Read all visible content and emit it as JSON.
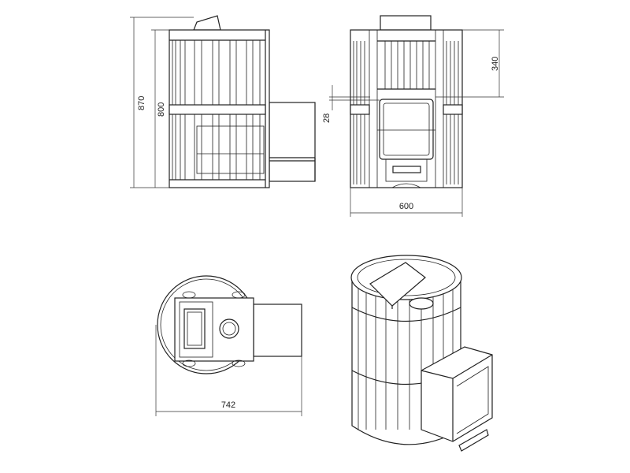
{
  "drawing": {
    "dimensions": {
      "total_height": "870",
      "body_height": "800",
      "door_offset": "28",
      "top_to_door": "340",
      "width": "600",
      "depth": "742"
    },
    "line_color": "#222222",
    "background": "#ffffff"
  }
}
